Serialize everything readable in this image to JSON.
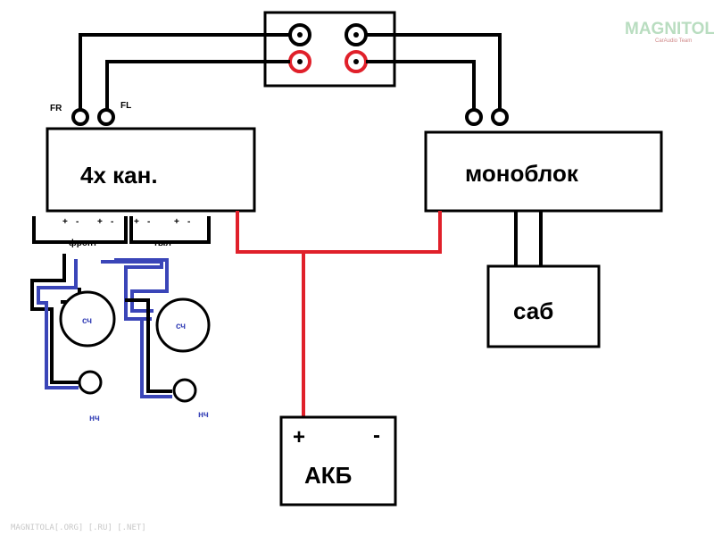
{
  "watermark": {
    "logo": "MAGNITOLA",
    "tagline": "CarAudio Team",
    "footer": "MAGNITOLA[.ORG] [.RU] [.NET]"
  },
  "amp4ch": {
    "label": "4х кан.",
    "terminal_fr": "FR",
    "terminal_fl": "FL",
    "group_front": "фронт",
    "group_rear": "тыл",
    "polarity": [
      "+",
      "-",
      "+",
      "-",
      "+",
      "-",
      "+",
      "-"
    ]
  },
  "monoblock": {
    "label": "моноблок"
  },
  "sub": {
    "label": "саб"
  },
  "battery": {
    "label": "АКБ",
    "plus": "+",
    "minus": "-"
  },
  "speakers": {
    "mid_left": "сч",
    "mid_right": "сч",
    "woofer_left": "нч",
    "woofer_right": "нч"
  },
  "colors": {
    "wire": "#000000",
    "power": "#e0202a",
    "speaker_wire": "#3a45b8",
    "logo": "#b9ddc0",
    "footer": "#c8c8c8"
  }
}
